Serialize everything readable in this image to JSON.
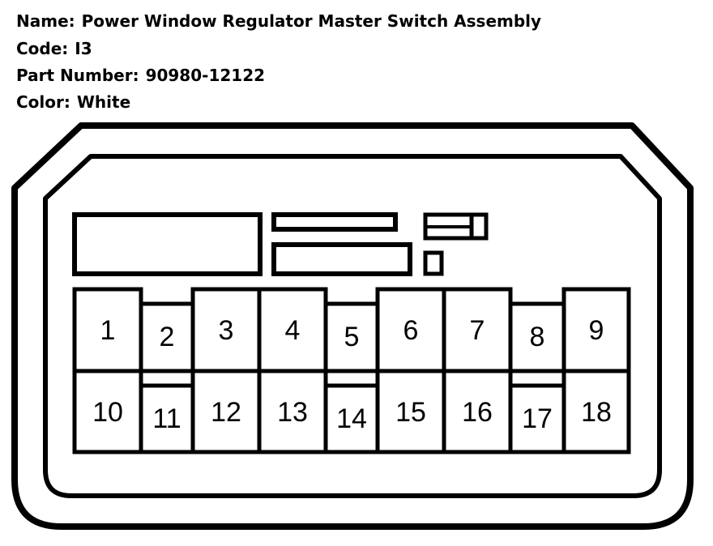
{
  "info": {
    "name_label": "Name:",
    "name_value": "Power Window Regulator Master Switch Assembly",
    "code_label": "Code:",
    "code_value": "I3",
    "part_label": "Part Number:",
    "part_value": "90980-12122",
    "color_label": "Color:",
    "color_value": "White"
  },
  "pins": [
    "1",
    "2",
    "3",
    "4",
    "5",
    "6",
    "7",
    "8",
    "9",
    "10",
    "11",
    "12",
    "13",
    "14",
    "15",
    "16",
    "17",
    "18"
  ],
  "colors": {
    "stroke": "#000000",
    "fill": "#ffffff"
  }
}
